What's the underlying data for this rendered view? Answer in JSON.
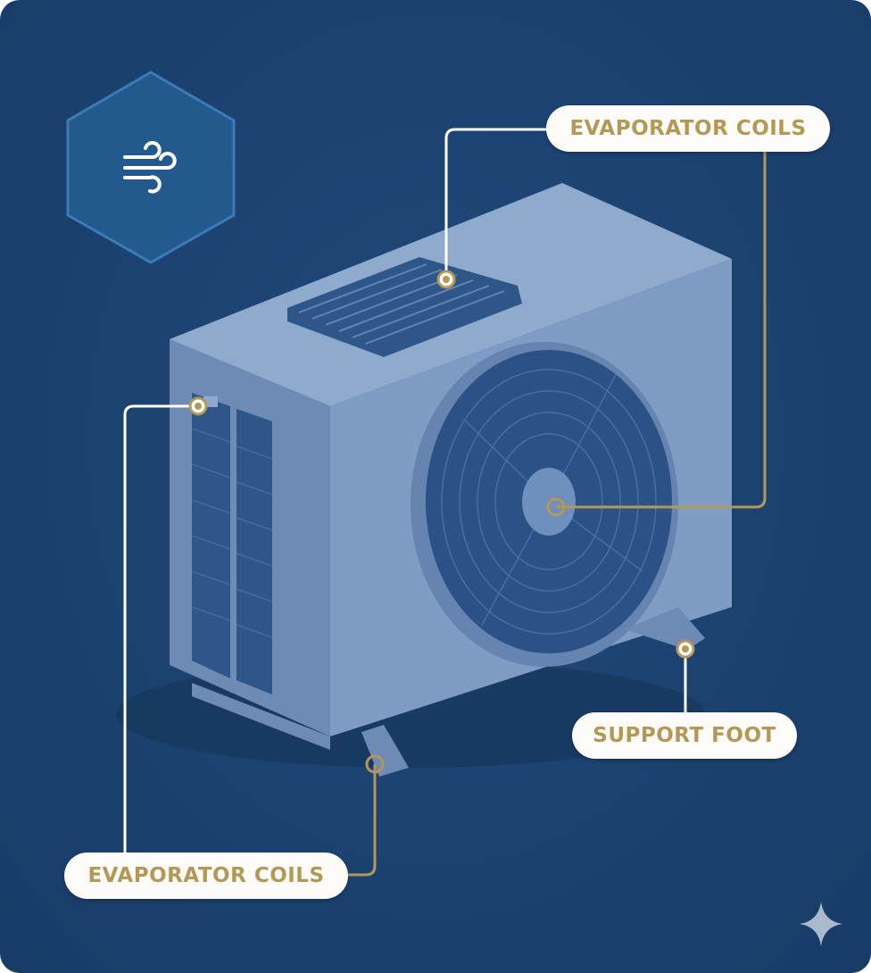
{
  "labels": {
    "top_right": "EVAPORATOR COILS",
    "bottom_left": "EVAPORATOR COILS",
    "support": "SUPPORT FOOT"
  },
  "icons": {
    "badge": "wind-icon",
    "corner": "sparkle-icon"
  },
  "colors": {
    "background": "#1b416f",
    "accent_gold": "#b39856",
    "unit": "#7e9cc4",
    "leader_white": "#ffffff"
  }
}
